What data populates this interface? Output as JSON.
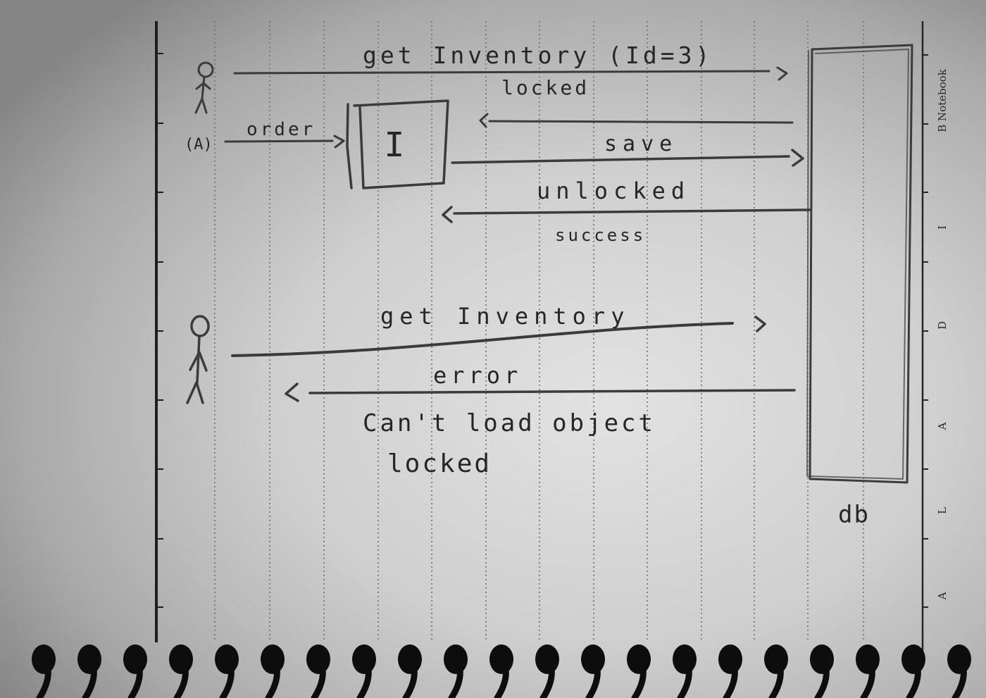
{
  "diagram": {
    "actor_a_label": "(A)",
    "box_label": "I",
    "messages": {
      "get_inventory_id": "get Inventory (Id=3)",
      "locked": "locked",
      "order": "order",
      "save": "save",
      "unlocked": "unlocked",
      "success": "success",
      "get_inventory": "get Inventory",
      "error": "error"
    },
    "error_note": {
      "line1": "Can't load object",
      "line2": "locked"
    },
    "db_label": "db"
  },
  "notebook": {
    "brand": "B Notebook",
    "margin_letters": [
      "I",
      "D",
      "A",
      "L",
      "A"
    ]
  }
}
